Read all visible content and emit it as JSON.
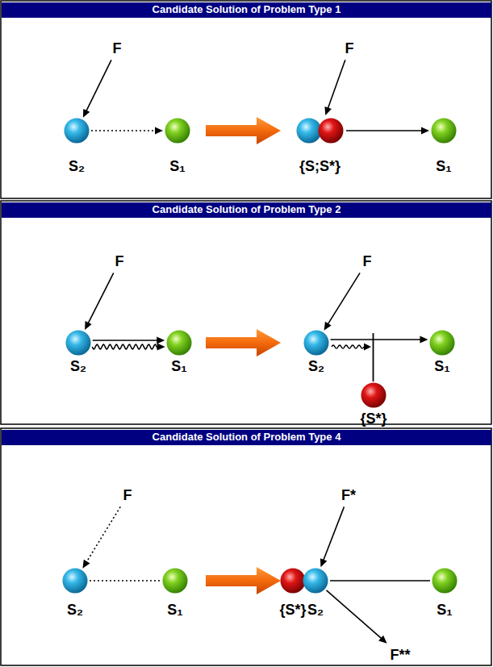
{
  "diagram": {
    "nodes": [
      {
        "text": [
          "Candidate Solution of Problem Type 1"
        ]
      },
      {
        "text": [
          "F"
        ]
      },
      {
        "text": [
          "S₂"
        ]
      },
      {
        "text": [
          "S₁"
        ]
      },
      {
        "text": [
          "F"
        ]
      },
      {
        "text": [
          "{S;S*}"
        ]
      },
      {
        "text": [
          "S₁"
        ]
      },
      {
        "text": [
          "Candidate Solution of Problem Type 2"
        ]
      },
      {
        "text": [
          "F"
        ]
      },
      {
        "text": [
          "S₂"
        ]
      },
      {
        "text": [
          "S₁"
        ]
      },
      {
        "text": [
          "F"
        ]
      },
      {
        "text": [
          "S₂"
        ]
      },
      {
        "text": [
          "S₁"
        ]
      },
      {
        "text": [
          "{S*}"
        ]
      },
      {
        "text": [
          "Candidate Solution of Problem Type 4"
        ]
      },
      {
        "text": [
          "F"
        ]
      },
      {
        "text": [
          "S₂"
        ]
      },
      {
        "text": [
          "S₁"
        ]
      },
      {
        "text": [
          "F*"
        ]
      },
      {
        "text": [
          "{S*}"
        ]
      },
      {
        "text": [
          "S₂"
        ]
      },
      {
        "text": [
          "S₁"
        ]
      },
      {
        "text": [
          "F**"
        ]
      }
    ],
    "edges": [
      {
        "from": 1,
        "to": 2,
        "arrow": "to"
      },
      {
        "from": 2,
        "to": 3,
        "arrow": "to"
      },
      {
        "from": 4,
        "to": 5,
        "arrow": "to"
      },
      {
        "from": 5,
        "to": 6,
        "arrow": "to"
      },
      {
        "from": 8,
        "to": 9,
        "arrow": "to"
      },
      {
        "from": 9,
        "to": 10,
        "arrow": "to"
      },
      {
        "from": 9,
        "to": 10,
        "arrow": "to"
      },
      {
        "from": 11,
        "to": 12,
        "arrow": "to"
      },
      {
        "from": 12,
        "to": 13,
        "arrow": "to"
      },
      {
        "from": 16,
        "to": 17,
        "arrow": "to"
      },
      {
        "from": 17,
        "to": 18,
        "arrow": "none"
      },
      {
        "from": 19,
        "to": 21,
        "arrow": "to"
      },
      {
        "from": 21,
        "to": 22,
        "arrow": "none"
      },
      {
        "from": 21,
        "to": 23,
        "arrow": "to"
      }
    ]
  }
}
